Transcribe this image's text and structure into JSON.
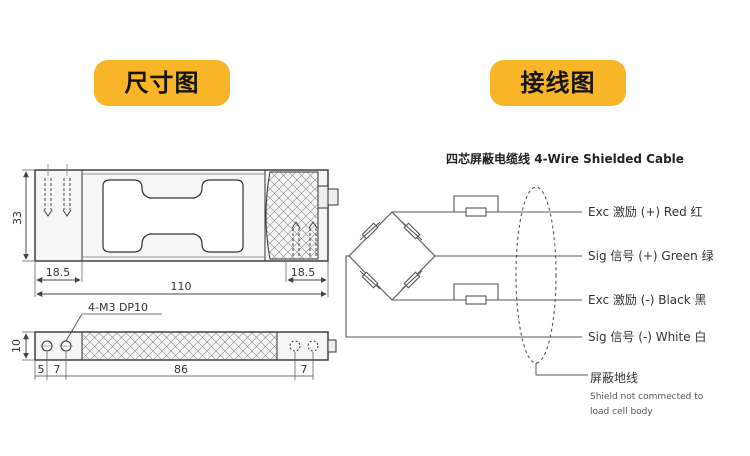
{
  "section_left": {
    "title": "尺寸图"
  },
  "section_right": {
    "title": "接线图"
  },
  "dims": {
    "height_33": "33",
    "left_18_5": "18.5",
    "right_18_5": "18.5",
    "length_110": "110",
    "thread_label": "4-M3 DP10",
    "side_10": "10",
    "hole_5": "5",
    "hole_7a": "7",
    "span_86": "86",
    "hole_7b": "7"
  },
  "wiring": {
    "cable_title": "四芯屏蔽电缆线 4-Wire Shielded Cable",
    "wires": [
      {
        "label": "Exc 激励 (+) Red 红"
      },
      {
        "label": "Sig 信号 (+) Green 绿"
      },
      {
        "label": "Exc 激励 (-) Black 黑"
      },
      {
        "label": "Sig 信号 (-) White 白"
      }
    ],
    "shield_title": "屏蔽地线",
    "shield_note_line1": "Shield not commected to",
    "shield_note_line2": "load cell body"
  },
  "colors": {
    "accent": "#f7b527",
    "line": "#555555",
    "text": "#333333"
  }
}
